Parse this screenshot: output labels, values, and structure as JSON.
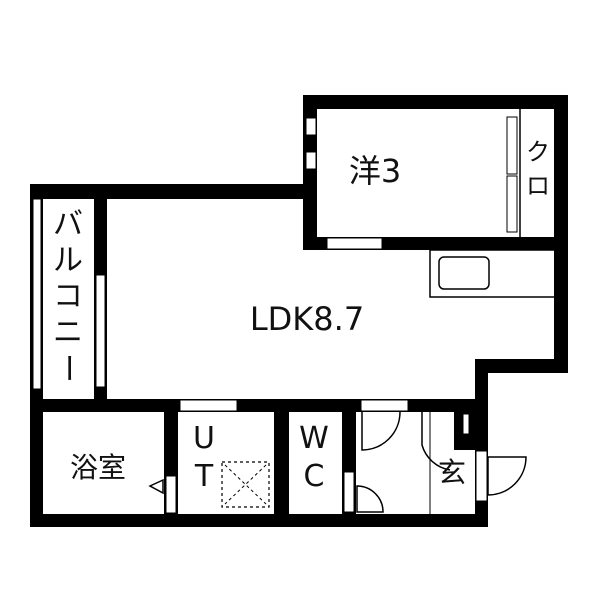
{
  "plan": {
    "rooms": {
      "western_room": "洋3",
      "closet": [
        "ク",
        "ロ"
      ],
      "balcony": [
        "バ",
        "ル",
        "コ",
        "ニ",
        "ー"
      ],
      "ldk": "LDK8.7",
      "bathroom": "浴室",
      "utility": [
        "U",
        "T"
      ],
      "toilet": [
        "W",
        "C"
      ],
      "entrance": "玄"
    },
    "colors": {
      "wall": "#000000",
      "background": "#ffffff"
    }
  }
}
